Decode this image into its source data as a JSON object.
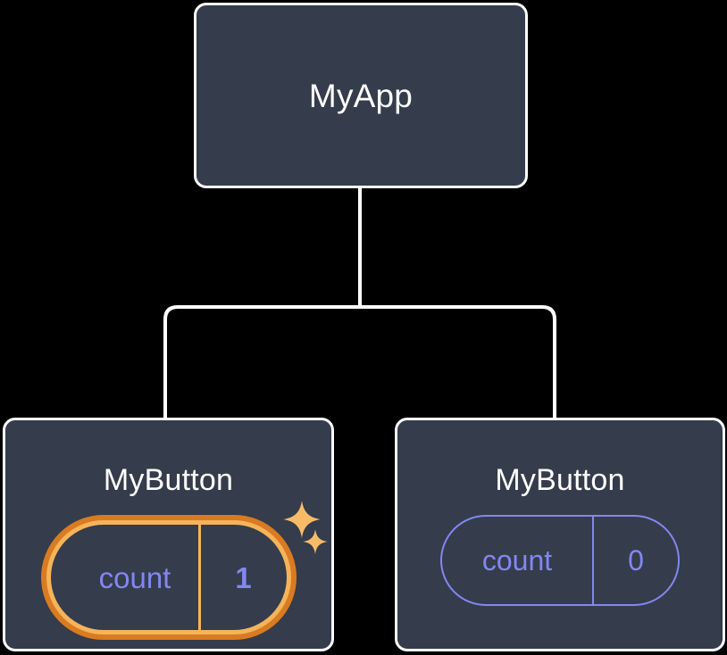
{
  "diagram": {
    "type": "component-tree",
    "background_color": "#000000",
    "node_fill": "#353C4B",
    "node_border": "#FFFFFF",
    "connector_color": "#FFFFFF",
    "accent_highlight_outer": "#D97B22",
    "accent_highlight_inner": "#F5B45A",
    "accent_state_text": "#8287F2",
    "root": {
      "title": "MyApp"
    },
    "children": [
      {
        "title": "MyButton",
        "highlighted": true,
        "state": {
          "key": "count",
          "value": "1"
        },
        "sparkles": [
          "sparkle-large",
          "sparkle-small"
        ]
      },
      {
        "title": "MyButton",
        "highlighted": false,
        "state": {
          "key": "count",
          "value": "0"
        }
      }
    ]
  }
}
